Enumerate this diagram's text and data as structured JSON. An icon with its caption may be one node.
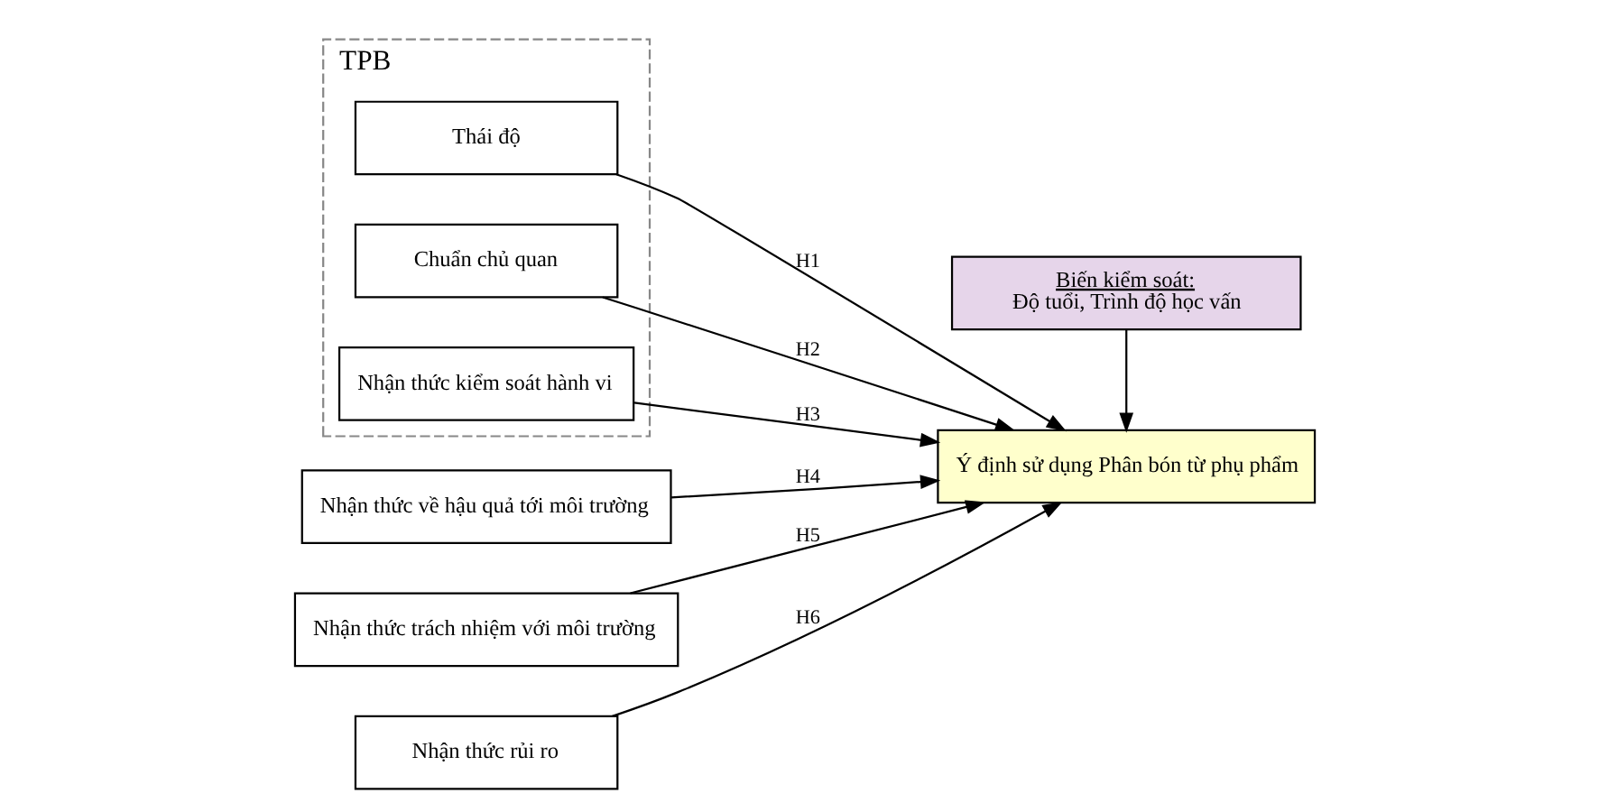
{
  "diagram": {
    "nodes": [
      {
        "text": [
          "TPB"
        ]
      },
      {
        "text": [
          "Thái độ"
        ],
        "in": 0
      },
      {
        "text": [
          "Chuẩn chủ quan"
        ],
        "in": 0
      },
      {
        "text": [
          "Nhận thức kiểm soát hành vi"
        ],
        "in": 0
      },
      {
        "text": [
          "Nhận thức về hậu quả tới môi trường"
        ]
      },
      {
        "text": [
          "Nhận thức trách nhiệm với môi trường"
        ]
      },
      {
        "text": [
          "Nhận thức rủi ro"
        ]
      },
      {
        "text": [
          "Ý định sử dụng Phân bón từ phụ phẩm"
        ]
      },
      {
        "text": [
          "Biến kiểm soát:",
          "Độ tuổi, Trình độ học vấn"
        ]
      }
    ],
    "edges": [
      {
        "from": 1,
        "to": 7,
        "arrow": "to",
        "label": "H1"
      },
      {
        "from": 2,
        "to": 7,
        "arrow": "to",
        "label": "H2"
      },
      {
        "from": 3,
        "to": 7,
        "arrow": "to",
        "label": "H3"
      },
      {
        "from": 4,
        "to": 7,
        "arrow": "to",
        "label": "H4"
      },
      {
        "from": 5,
        "to": 7,
        "arrow": "to",
        "label": "H5"
      },
      {
        "from": 6,
        "to": 7,
        "arrow": "to",
        "label": "H6"
      },
      {
        "from": 8,
        "to": 7,
        "arrow": "to"
      }
    ]
  }
}
